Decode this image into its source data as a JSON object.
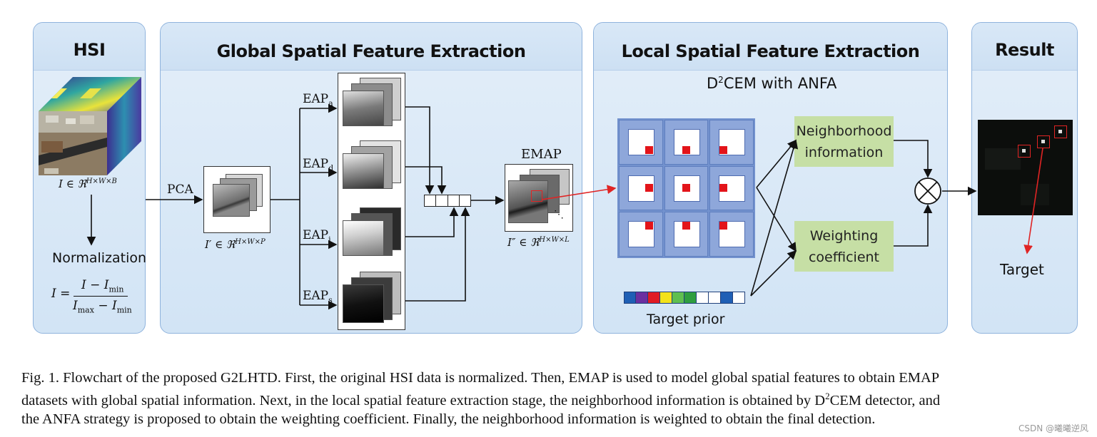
{
  "panels": {
    "hsi": {
      "title": "HSI",
      "formula": "I ∈ ℜ",
      "formula_sup": "H×W×B",
      "normalization": "Normalization",
      "norm_lhs": "I =",
      "norm_num": "I − I",
      "norm_num_sub": "min",
      "norm_den1": "I",
      "norm_den1_sub": "max",
      "norm_den2": " − I",
      "norm_den2_sub": "min"
    },
    "global": {
      "title": "Global Spatial Feature Extraction",
      "pca": "PCA",
      "pca_formula": "I′ ∈ ℜ",
      "pca_formula_sup": "H×W×P",
      "eaps": [
        {
          "label": "EAP",
          "sub": "a"
        },
        {
          "label": "EAP",
          "sub": "d"
        },
        {
          "label": "EAP",
          "sub": "i"
        },
        {
          "label": "EAP",
          "sub": "s"
        }
      ],
      "emap": "EMAP",
      "emap_formula": "I″ ∈ ℜ",
      "emap_formula_sup": "H×W×L"
    },
    "local": {
      "title": "Local Spatial Feature Extraction",
      "subtitle_pre": "D",
      "subtitle_sup": "2",
      "subtitle_post": "CEM with ANFA",
      "neighborhood": [
        "Neighborhood",
        "information"
      ],
      "weighting": [
        "Weighting",
        "coefficient"
      ],
      "target_prior": "Target prior",
      "prior_colors": [
        "#1f5fb5",
        "#6b2fa0",
        "#e01b24",
        "#f3e21a",
        "#5fbf4f",
        "#2f9e3f",
        "#ffffff",
        "#ffffff",
        "#1f5fb5",
        "#ffffff"
      ]
    },
    "result": {
      "title": "Result",
      "target": "Target"
    }
  },
  "caption": {
    "line1": "Fig. 1.   Flowchart of the proposed G2LHTD. First, the original HSI data is normalized. Then, EMAP is used to model global spatial features to obtain EMAP",
    "line2_a": "datasets with global spatial information. Next, in the local spatial feature extraction stage, the neighborhood information is obtained by D",
    "line2_sup": "2",
    "line2_b": "CEM detector, and",
    "line3": "the ANFA strategy is proposed to obtain the weighting coefficient. Finally, the neighborhood information is weighted to obtain the final detection."
  },
  "watermark": "CSDN @曦曦逆风",
  "colors": {
    "panel_border": "#8fb3dd",
    "panel_fill": "#d6e6f6",
    "green_box": "#c6dfa5",
    "grid_blue": "#7392ce",
    "arrow_red": "#e02424"
  }
}
